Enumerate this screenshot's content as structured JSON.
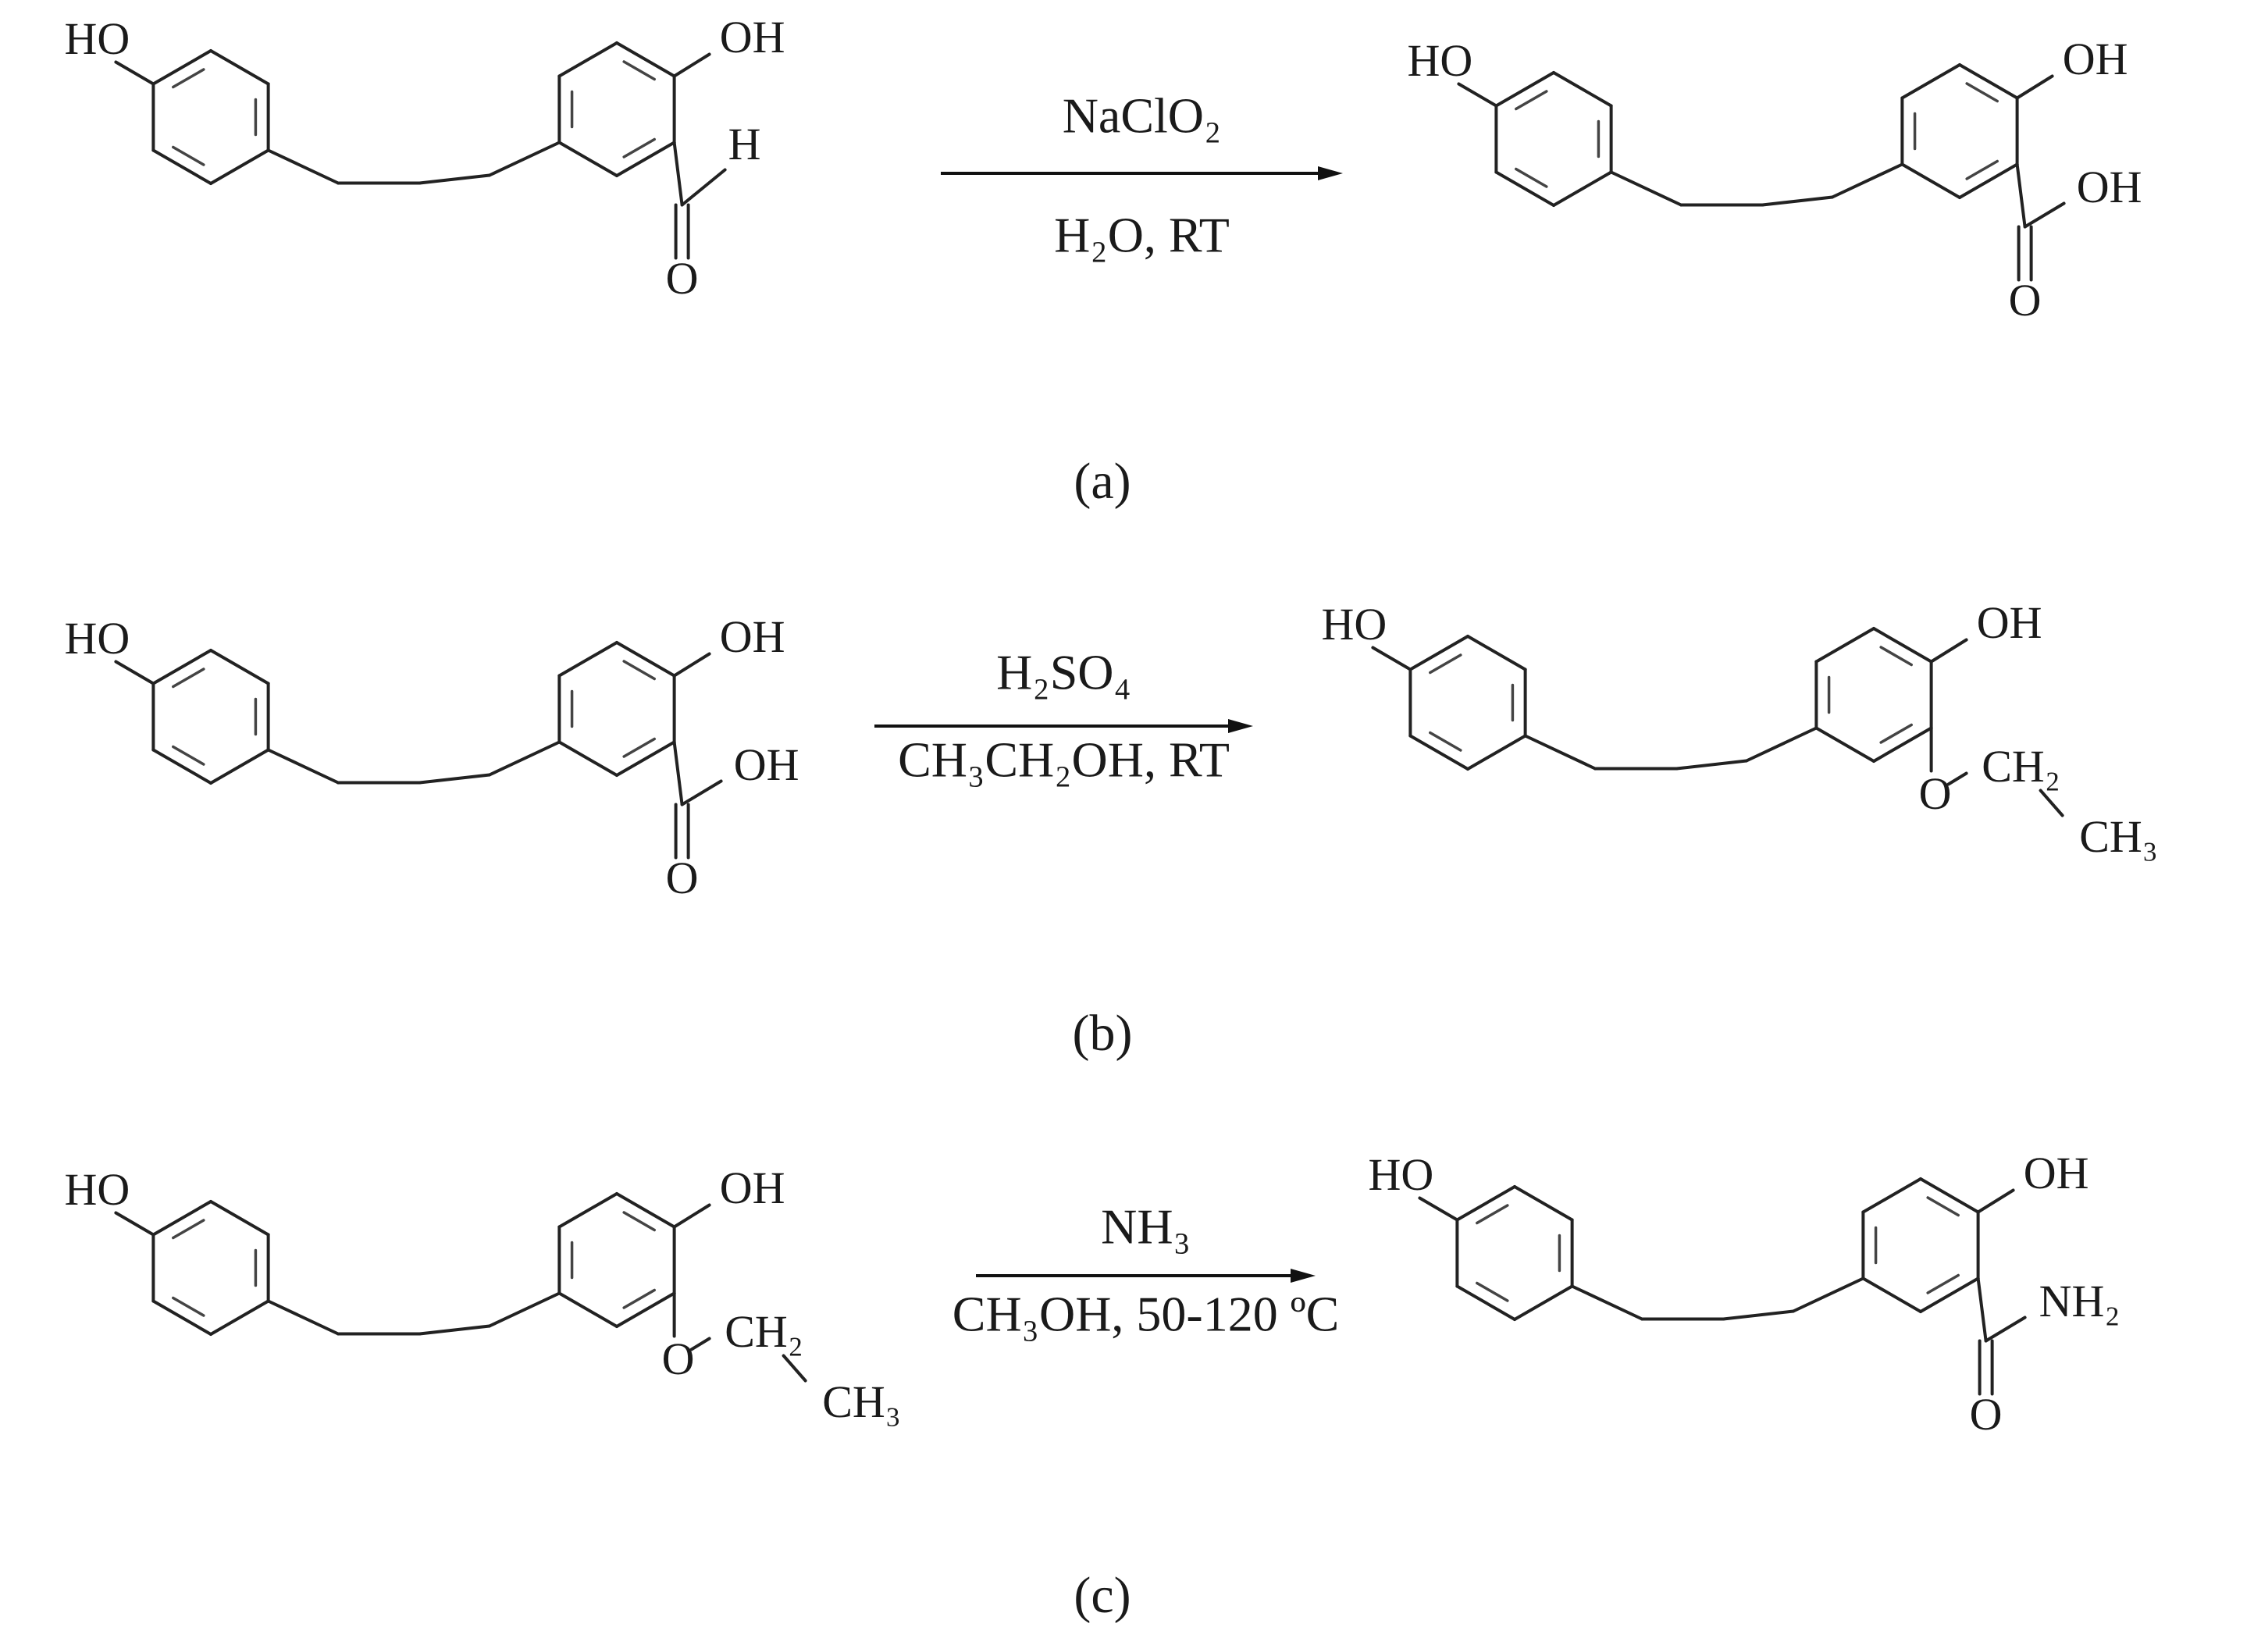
{
  "panels": [
    {
      "label": "(a)",
      "reagent_top": "NaClO₂",
      "reagent_bottom": "H₂O, RT",
      "reactant": {
        "left_oh": "HO",
        "ring_oh": "OH",
        "group": "aldehyde",
        "group_atoms": {
          "o": "O",
          "h": "H"
        }
      },
      "product": {
        "left_oh": "HO",
        "ring_oh": "OH",
        "group": "carboxylic-acid",
        "group_atoms": {
          "o": "O",
          "oh": "OH"
        }
      }
    },
    {
      "label": "(b)",
      "reagent_top": "H₂SO₄",
      "reagent_bottom": "CH₃CH₂OH, RT",
      "reactant": {
        "left_oh": "HO",
        "ring_oh": "OH",
        "group": "carboxylic-acid",
        "group_atoms": {
          "o": "O",
          "oh": "OH"
        }
      },
      "product": {
        "left_oh": "HO",
        "ring_oh": "OH",
        "group": "ethoxy",
        "group_atoms": {
          "o": "O",
          "ch2": "CH₂",
          "ch3": "CH₃"
        }
      }
    },
    {
      "label": "(c)",
      "reagent_top": "NH₃",
      "reagent_bottom": "CH₃OH, 50-120 ºC",
      "reactant": {
        "left_oh": "HO",
        "ring_oh": "OH",
        "group": "ethoxy",
        "group_atoms": {
          "o": "O",
          "ch2": "CH₂",
          "ch3": "CH₃"
        }
      },
      "product": {
        "left_oh": "HO",
        "ring_oh": "OH",
        "group": "amide",
        "group_atoms": {
          "o": "O",
          "nh2": "NH₂"
        }
      }
    }
  ]
}
